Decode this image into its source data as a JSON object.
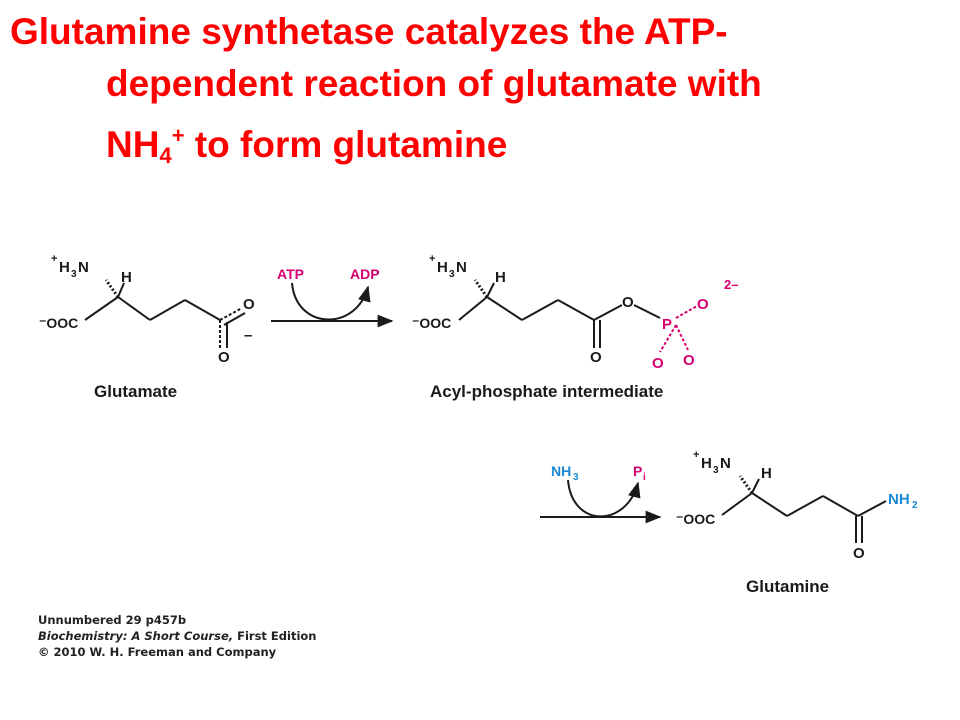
{
  "title": {
    "line1": "Glutamine synthetase catalyzes the ATP-",
    "line2": "dependent reaction of glutamate with",
    "line3_pre": "NH",
    "line3_sub": "4",
    "line3_sup": "+",
    "line3_post": " to form glutamine"
  },
  "colors": {
    "title": "#ff0000",
    "atp": "#d6006e",
    "nh3": "#1a8ad4",
    "ink": "#1a1a1a"
  },
  "glutamate": {
    "nh3_plus": "+",
    "nh3": "H",
    "nh3_sub": "3",
    "nh3_n": "N",
    "h": "H",
    "coo": "⁻OOC",
    "o_top": "O",
    "o_bottom": "O",
    "minus": "–",
    "name": "Glutamate"
  },
  "step1": {
    "reactant": "ATP",
    "product": "ADP"
  },
  "acyl": {
    "nh3_plus": "+",
    "nh3": "H",
    "nh3_sub": "3",
    "nh3_n": "N",
    "h": "H",
    "coo": "⁻OOC",
    "o_carbonyl": "O",
    "o_bridge": "O",
    "p": "P",
    "o_p1": "O",
    "o_p2": "O",
    "o_p3": "O",
    "charge": "2–",
    "name": "Acyl-phosphate intermediate"
  },
  "step2": {
    "reactant_main": "NH",
    "reactant_sub": "3",
    "product_main": "P",
    "product_sub": "i"
  },
  "glutamine": {
    "nh3_plus": "+",
    "nh3": "H",
    "nh3_sub": "3",
    "nh3_n": "N",
    "h": "H",
    "coo": "⁻OOC",
    "o_carbonyl": "O",
    "amide": "NH",
    "amide_sub": "2",
    "name": "Glutamine"
  },
  "credit": {
    "line1": "Unnumbered 29 p457b",
    "line2_title": "Biochemistry: A Short Course,",
    "line2_rest": " First Edition",
    "line3": "© 2010 W. H. Freeman and Company"
  }
}
